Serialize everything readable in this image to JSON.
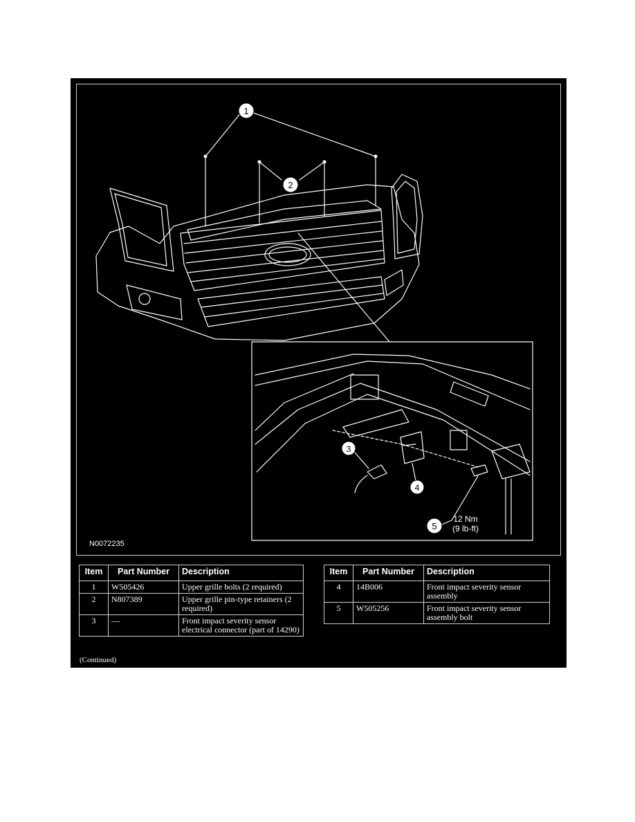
{
  "figure": {
    "id": "N0072235",
    "callouts": [
      "1",
      "2",
      "3",
      "4",
      "5"
    ],
    "torque": {
      "metric": "12 Nm",
      "imperial": "(9 lb-ft)"
    }
  },
  "table_headers": {
    "item": "Item",
    "part_number": "Part Number",
    "description": "Description"
  },
  "rows": [
    {
      "item": "1",
      "part_number": "W505426",
      "description": "Upper grille bolts (2 required)"
    },
    {
      "item": "2",
      "part_number": "N807389",
      "description": "Upper grille pin-type retainers (2 required)"
    },
    {
      "item": "3",
      "part_number": "—",
      "description": "Front impact severity sensor electrical connector (part of 14290)"
    },
    {
      "item": "4",
      "part_number": "14B006",
      "description": "Front impact severity sensor assembly"
    },
    {
      "item": "5",
      "part_number": "W505256",
      "description": "Front impact severity sensor assembly bolt"
    }
  ],
  "footer": {
    "continued": "(Continued)"
  }
}
